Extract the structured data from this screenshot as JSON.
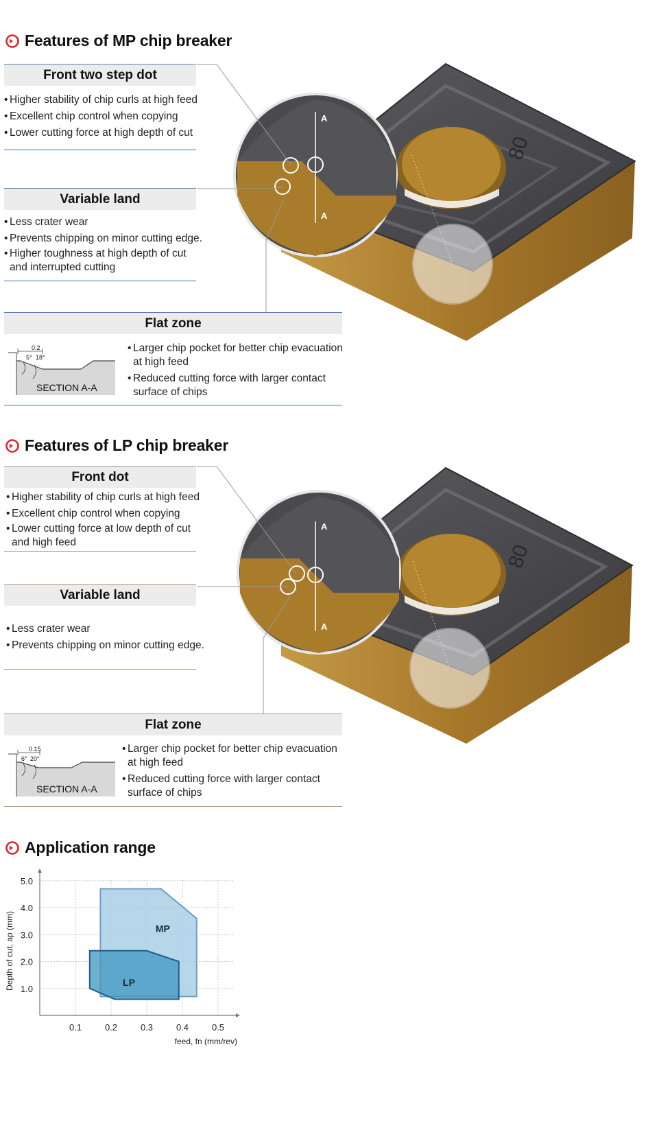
{
  "mp": {
    "title": "Features of MP chip breaker",
    "front": {
      "heading": "Front two step dot",
      "items": [
        "Higher stability of chip curls at high feed",
        "Excellent chip control when copying",
        "Lower cutting force at high depth of cut"
      ]
    },
    "land": {
      "heading": "Variable land",
      "items": [
        "Less crater wear",
        "Prevents chipping on minor cutting edge.",
        "Higher toughness at high depth of cut and interrupted cutting"
      ]
    },
    "flat": {
      "heading": "Flat zone",
      "items": [
        "Larger chip pocket for better chip evacuation at high feed",
        "Reduced cutting force with larger contact surface of chips"
      ],
      "section_label": "SECTION A-A",
      "dim": "0.2",
      "angle1": "5°",
      "angle2": "18°"
    },
    "insert": {
      "mark": "80",
      "section_mark": "A"
    }
  },
  "lp": {
    "title": "Features of LP chip breaker",
    "front": {
      "heading": "Front dot",
      "items": [
        "Higher stability of chip curls at high feed",
        "Excellent chip control when copying",
        "Lower cutting force at low depth of cut and high feed"
      ]
    },
    "land": {
      "heading": "Variable land",
      "items": [
        "Less crater wear",
        "Prevents chipping on minor cutting edge."
      ]
    },
    "flat": {
      "heading": "Flat zone",
      "items": [
        "Larger chip pocket for better chip evacuation at high feed",
        "Reduced cutting force with larger contact surface of chips"
      ],
      "section_label": "SECTION A-A",
      "dim": "0.15",
      "angle1": "6°",
      "angle2": "20°"
    },
    "insert": {
      "mark": "80",
      "section_mark": "A"
    }
  },
  "app": {
    "title": "Application range"
  },
  "colors": {
    "title_icon": "#d8262f",
    "rule_blue": "#3f6fae",
    "rule_brown": "#b39a84",
    "insert_top": "#4a4a4e",
    "insert_side": "#a87c2a",
    "mp_region": "#a9cfe6",
    "lp_region": "#3e97c0"
  },
  "chart_data": {
    "type": "area",
    "xlabel": "feed, fn (mm/rev)",
    "ylabel": "Depth of cut, ap (mm)",
    "xlim": [
      0,
      0.55
    ],
    "ylim": [
      0,
      5.3
    ],
    "x_ticks": [
      "0.1",
      "0.2",
      "0.3",
      "0.4",
      "0.5"
    ],
    "y_ticks": [
      "1.0",
      "2.0",
      "3.0",
      "4.0",
      "5.0"
    ],
    "grid": true,
    "series": [
      {
        "name": "MP",
        "polygon": [
          [
            0.17,
            4.7
          ],
          [
            0.34,
            4.7
          ],
          [
            0.44,
            3.6
          ],
          [
            0.44,
            0.7
          ],
          [
            0.17,
            0.7
          ]
        ]
      },
      {
        "name": "LP",
        "polygon": [
          [
            0.14,
            2.4
          ],
          [
            0.3,
            2.4
          ],
          [
            0.39,
            2.0
          ],
          [
            0.39,
            0.6
          ],
          [
            0.21,
            0.6
          ],
          [
            0.14,
            1.0
          ]
        ]
      }
    ]
  }
}
